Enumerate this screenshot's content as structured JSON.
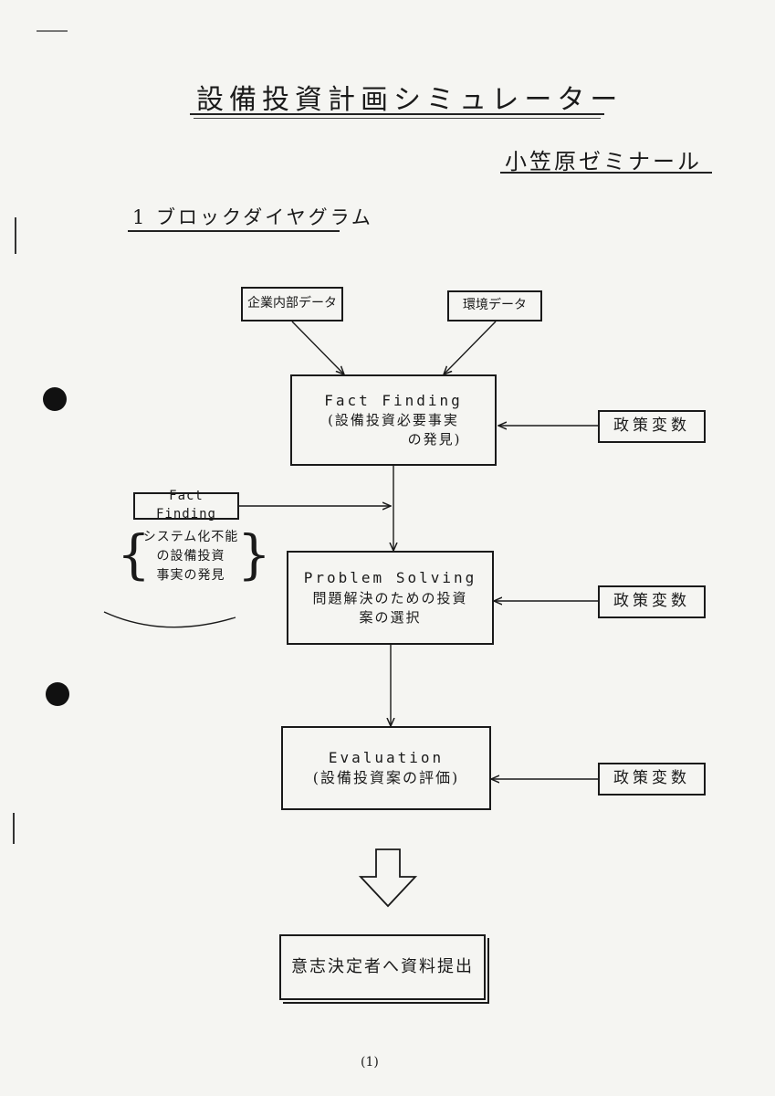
{
  "title": "設備投資計画シミュレーター",
  "seminar": "小笠原ゼミナール",
  "section_heading": "1 ブロックダイヤグラム",
  "inputs": {
    "internal_data": "企業内部データ",
    "environment_data": "環境データ"
  },
  "fact_finding": {
    "title": "Fact Finding",
    "line1": "(設備投資必要事実",
    "line2": "の発見)"
  },
  "problem_solving": {
    "title": "Problem Solving",
    "line1": "問題解決のための投資",
    "line2": "案の選択"
  },
  "evaluation": {
    "title": "Evaluation",
    "line1": "(設備投資案の評価)"
  },
  "policy_variable": "政策変数",
  "side_fact_finding": {
    "label": "Fact Finding",
    "line1": "システム化不能",
    "line2": "の設備投資",
    "line3": "事実の発見"
  },
  "output": "意志決定者へ資料提出",
  "page_number": "(1)"
}
